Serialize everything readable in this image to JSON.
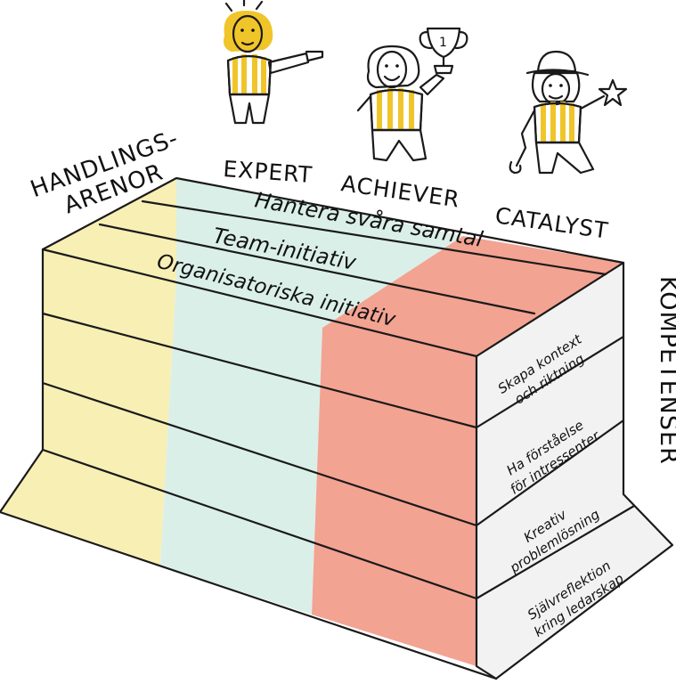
{
  "colors": {
    "expert": "#f8efb5",
    "achiever": "#dbefe9",
    "catalyst": "#f3a392",
    "side_face": "#f2f2f2",
    "stripe_yellow": "#f0c52a",
    "pants_blue": "#9cc8ea"
  },
  "labels": {
    "handlings_line1": "HANDLINGS-",
    "handlings_line2": "ARENOR",
    "kompetenser": "KOMPETENSER",
    "levels": [
      "EXPERT",
      "ACHIEVER",
      "CATALYST"
    ]
  },
  "arenas": [
    "Hantera svåra samtal",
    "Team-initiativ",
    "Organisatoriska initiativ"
  ],
  "competences": [
    {
      "line1": "Skapa kontext",
      "line2": "och riktning"
    },
    {
      "line1": "Ha förståelse",
      "line2": "för intressenter"
    },
    {
      "line1": "Kreativ",
      "line2": "problemlösning"
    },
    {
      "line1": "Självreflektion",
      "line2": "kring ledarskap"
    }
  ],
  "icons": {
    "expert_figure": "pointing-person-icon",
    "achiever_figure": "trophy-person-icon",
    "catalyst_figure": "star-wand-person-icon",
    "trophy_number": "1"
  }
}
